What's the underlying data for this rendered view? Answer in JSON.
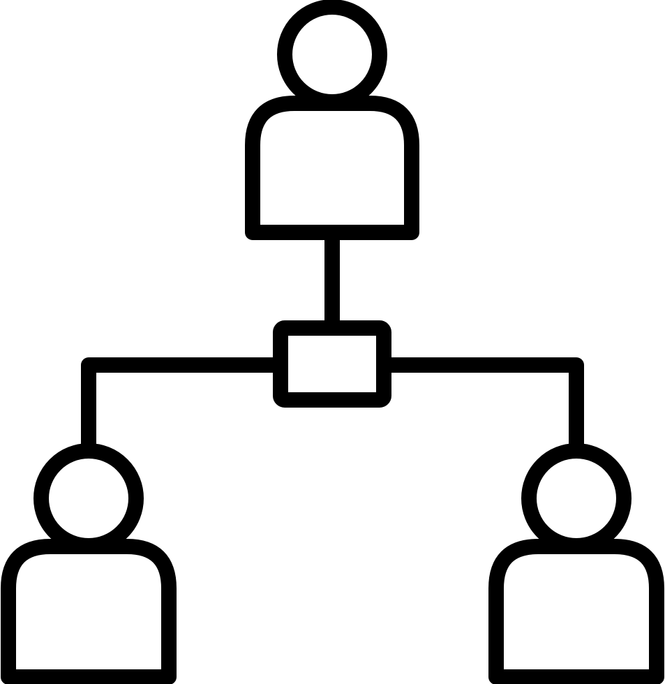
{
  "icon": {
    "name": "org-hierarchy-icon",
    "stroke_color": "#000000",
    "background_color": "#ffffff",
    "nodes": [
      {
        "role": "parent",
        "icon": "person-icon"
      },
      {
        "role": "child-left",
        "icon": "person-icon"
      },
      {
        "role": "child-right",
        "icon": "person-icon"
      }
    ],
    "connector_hub": {
      "icon": "hub-box-icon"
    }
  }
}
